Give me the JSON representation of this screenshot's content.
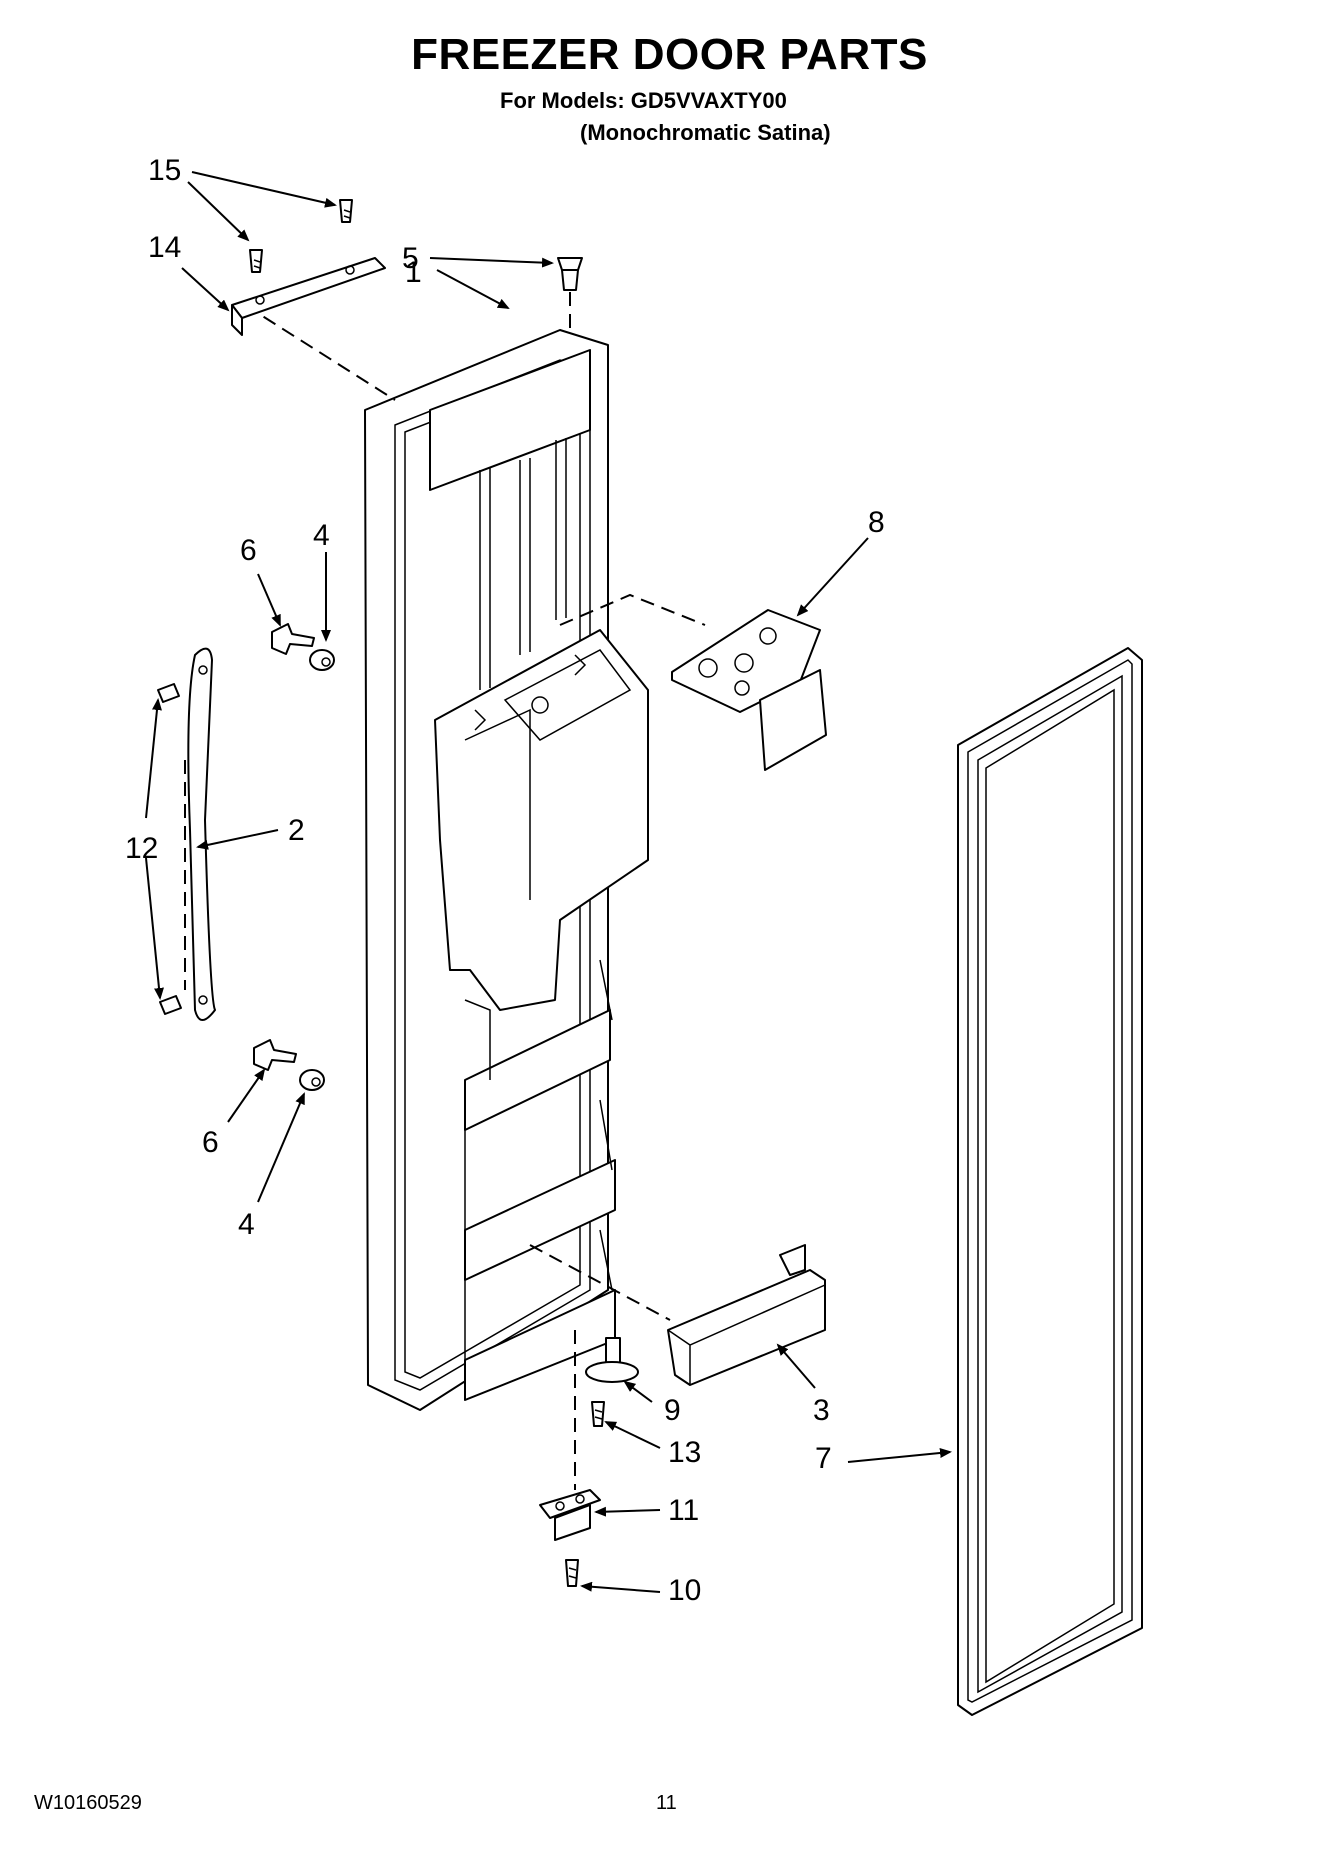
{
  "header": {
    "title": "FREEZER DOOR PARTS",
    "models_line": "For Models: GD5VVAXTY00",
    "variant_line": "(Monochromatic Satina)"
  },
  "callouts": [
    "15",
    "14",
    "5",
    "1",
    "6",
    "4",
    "8",
    "12",
    "2",
    "6",
    "4",
    "9",
    "3",
    "13",
    "7",
    "11",
    "10"
  ],
  "footer": {
    "document_number": "W10160529",
    "page_number": "11"
  }
}
